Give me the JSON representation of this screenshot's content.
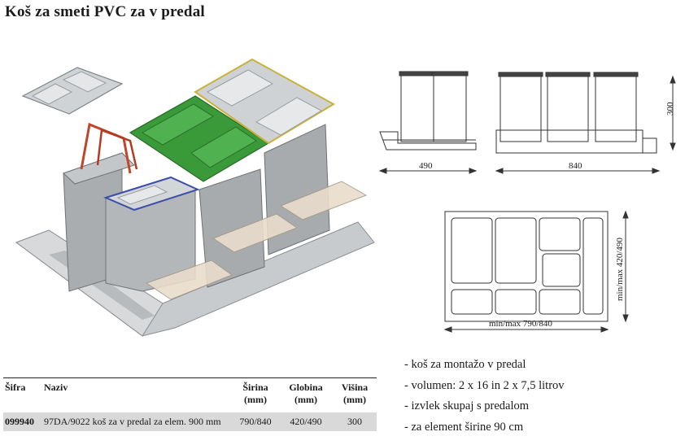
{
  "title": "Koš za smeti PVC za v predal",
  "dimensions": {
    "width_small": "490",
    "width_large": "840",
    "height": "300",
    "depth": "min/max 420/490",
    "width_range": "min/max  790/840"
  },
  "table": {
    "headers": {
      "code": "Šifra",
      "name": "Naziv",
      "width": "Širina (mm)",
      "depth": "Globina (mm)",
      "height": "Višina (mm)"
    },
    "rows": [
      {
        "code": "099940",
        "name": "97DA/9022 koš za v predal za elem. 900 mm",
        "width": "790/840",
        "depth": "420/490",
        "height": "300"
      }
    ]
  },
  "features": [
    "- koš za montažo v predal",
    "- volumen: 2 x 16 in 2 x 7,5 litrov",
    "- izvlek skupaj s predalom",
    "- za element širine 90 cm"
  ],
  "colors": {
    "green_lid": "#3a9a3a",
    "blue_rim": "#3b4fa8",
    "handle": "#c0462a",
    "bin_gray": "#b5b9bc"
  }
}
